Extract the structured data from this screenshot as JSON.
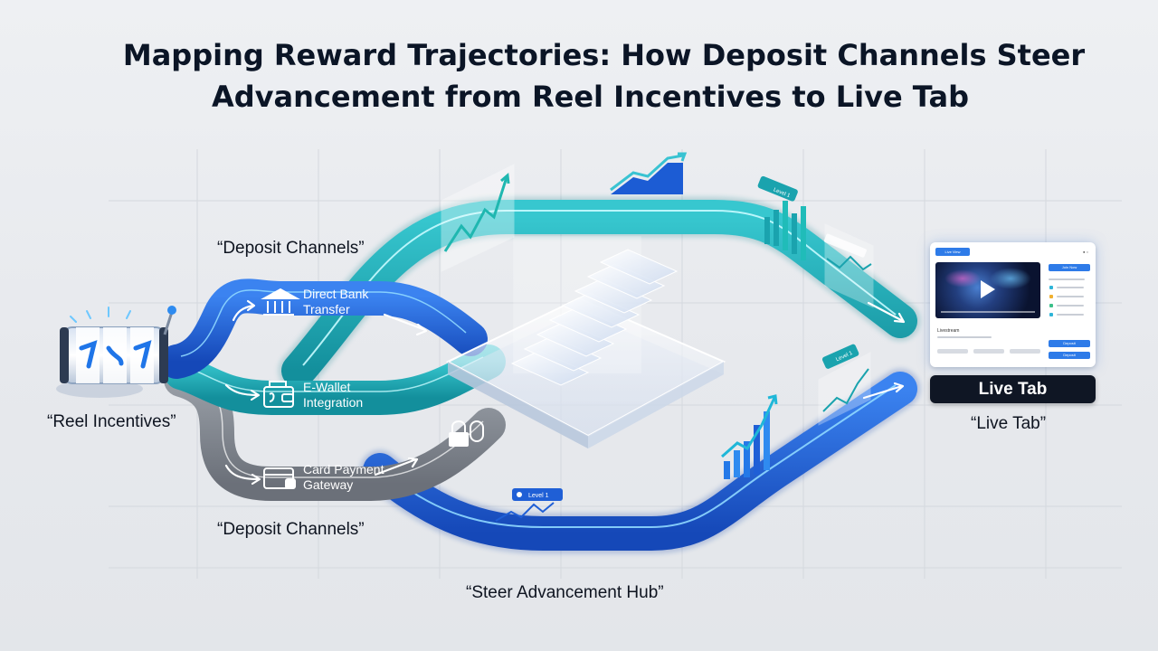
{
  "title": {
    "line1": "Mapping Reward Trajectories: How Deposit Channels Steer",
    "line2": "Advancement from Reel Incentives to Live Tab"
  },
  "labels": {
    "deposit_channels_top": "“Deposit Channels”",
    "deposit_channels_bottom": "“Deposit Channels”",
    "reel_incentives": "“Reel Incentives”",
    "live_tab_quote": "“Live Tab”",
    "steer_hub": "“Steer Advancement Hub”"
  },
  "channels": [
    {
      "name": "Direct Bank Transfer",
      "line1": "Direct Bank",
      "line2": "Transfer",
      "icon": "bank-icon",
      "color": "#1f5fd6"
    },
    {
      "name": "E-Wallet Integration",
      "line1": "E-Wallet",
      "line2": "Integration",
      "icon": "wallet-icon",
      "color": "#1aa3ae"
    },
    {
      "name": "Card Payment Gateway",
      "line1": "Card Payment",
      "line2": "Gateway",
      "icon": "card-icon",
      "color": "#7a7f88"
    }
  ],
  "badges": {
    "level_top": "Level 1",
    "level_right": "Level 1",
    "level_bottom": "Level 1"
  },
  "live_tab": {
    "button_label": "Live Tab",
    "panel_tab": "Live View",
    "panel_side_button": "Join Now",
    "panel_caption": "Livestream",
    "panel_action_1": "Deposit",
    "panel_action_2": "Deposit"
  },
  "colors": {
    "blue_track": "#1f5fd6",
    "teal_track": "#1aa3ae",
    "gray_track": "#7a7f88",
    "accent_glow": "#7fd4ff",
    "background": "#eceef1",
    "title_text": "#0b1526"
  }
}
